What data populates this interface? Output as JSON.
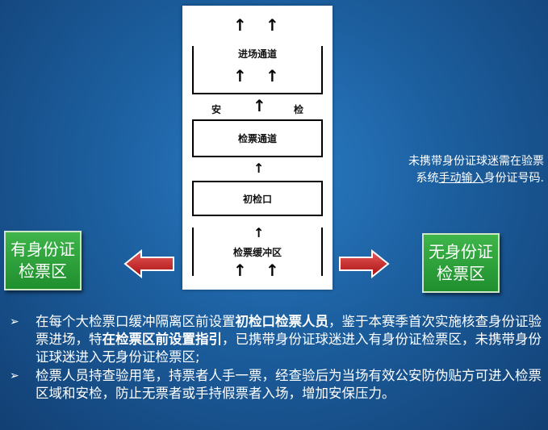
{
  "diagram": {
    "entry_channel": "进场通道",
    "security_left": "安",
    "security_right": "检",
    "ticket_channel": "检票通道",
    "initial_check": "初检口",
    "buffer_zone": "检票缓冲区"
  },
  "left_box": {
    "line1": "有身份证",
    "line2": "检票区"
  },
  "right_box": {
    "line1": "无身份证",
    "line2": "检票区"
  },
  "note": {
    "line1": "未携带身份证球迷需在验票",
    "line2_a": "系统",
    "line2_u": "手动输入",
    "line2_b": "身份证号码."
  },
  "bullets": [
    {
      "mark": "➢",
      "p1": "在每个大检票口缓冲隔离区前设置",
      "b1": "初检口检票人员",
      "p2": "，鉴于本赛季首次实施核查身份证验票进场，特",
      "b2": "在检票区前设置指引",
      "p3": "，已携带身份证球迷进入有身份证检票区，未携带身份证球迷进入无身份证检票区;"
    },
    {
      "mark": "➢",
      "p1": "检票人员持查验用笔，持票者人手一票，经查验后为当场有效公安防伪贴方可进入检票区域和安检，防止无票者或手持假票者入场，增加安保压力。"
    }
  ]
}
